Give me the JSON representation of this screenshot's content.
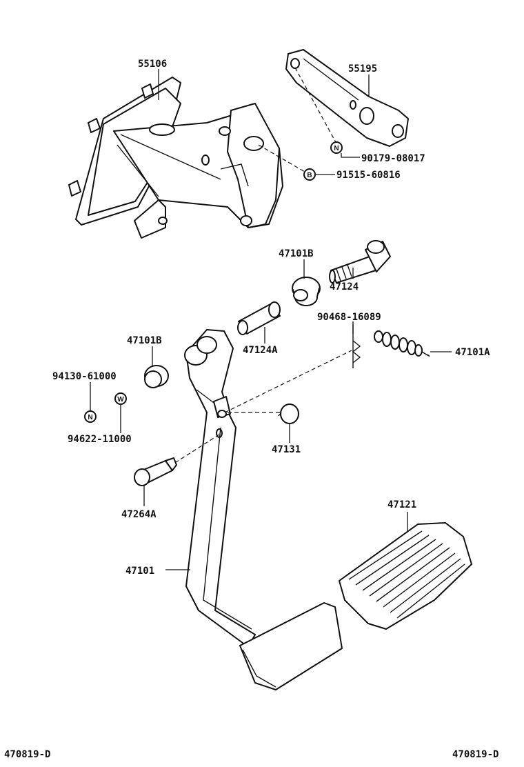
{
  "diagram": {
    "footer_left": "470819-D",
    "footer_right": "470819-D",
    "parts": [
      {
        "id": "bracket",
        "label": "55106"
      },
      {
        "id": "brace",
        "label": "55195"
      },
      {
        "id": "nut-top",
        "label": "90179-08017",
        "badge": "N"
      },
      {
        "id": "bolt-top",
        "label": "91515-60816",
        "badge": "B"
      },
      {
        "id": "bushing-top",
        "label": "47101B"
      },
      {
        "id": "bolt-pivot",
        "label": "47124"
      },
      {
        "id": "collar",
        "label": "47124A"
      },
      {
        "id": "clip",
        "label": "90468-16089"
      },
      {
        "id": "spring",
        "label": "47101A"
      },
      {
        "id": "bushing-left",
        "label": "47101B"
      },
      {
        "id": "nut-left",
        "label": "94130-61000",
        "badge": "N"
      },
      {
        "id": "washer-left",
        "label": "94622-11000",
        "badge": "W"
      },
      {
        "id": "stopper",
        "label": "47131"
      },
      {
        "id": "pin",
        "label": "47264A"
      },
      {
        "id": "pedal-arm",
        "label": "47101"
      },
      {
        "id": "pedal-pad",
        "label": "47121"
      }
    ]
  }
}
